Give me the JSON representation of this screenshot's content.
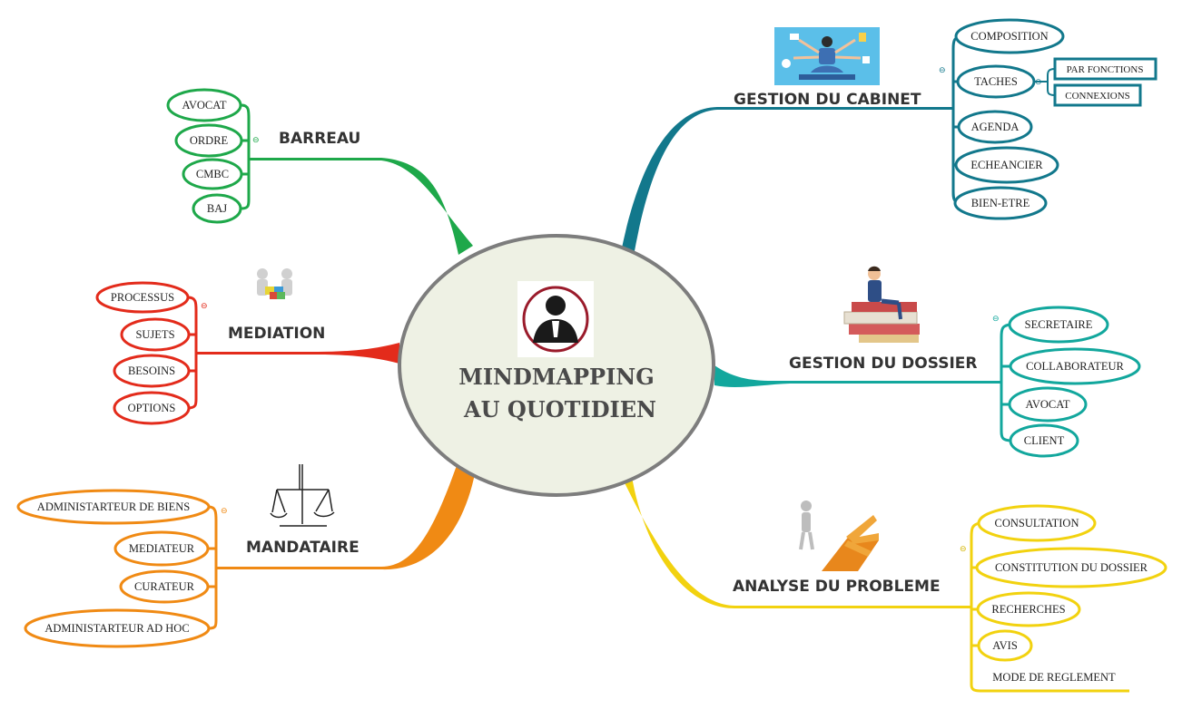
{
  "center": {
    "line1": "MINDMAPPING",
    "line2": "AU QUOTIDIEN",
    "icon": "lawyer-avatar-icon"
  },
  "branches": {
    "gestion_cabinet": {
      "title": "GESTION DU CABINET",
      "color": "#12788c",
      "icon": "multitasking-businessman-icon",
      "items": [
        "COMPOSITION",
        "TACHES",
        "AGENDA",
        "ECHEANCIER",
        "BIEN-ETRE"
      ],
      "taches_sub": [
        "PAR FONCTIONS",
        "CONNEXIONS"
      ]
    },
    "gestion_dossier": {
      "title": "GESTION DU DOSSIER",
      "color": "#12a79d",
      "icon": "man-on-books-icon",
      "items": [
        "SECRETAIRE",
        "COLLABORATEUR",
        "AVOCAT",
        "CLIENT"
      ]
    },
    "analyse_probleme": {
      "title": "ANALYSE DU PROBLEME",
      "color": "#f2d20f",
      "icon": "crossroads-arrows-icon",
      "items": [
        "CONSULTATION",
        "CONSTITUTION DU DOSSIER",
        "RECHERCHES",
        "AVIS",
        "MODE DE REGLEMENT"
      ]
    },
    "barreau": {
      "title": "BARREAU",
      "color": "#1ea84a",
      "icon": "",
      "items": [
        "AVOCAT",
        "ORDRE",
        "CMBC",
        "BAJ"
      ]
    },
    "mediation": {
      "title": "MEDIATION",
      "color": "#e32b1b",
      "icon": "puzzle-people-icon",
      "items": [
        "PROCESSUS",
        "SUJETS",
        "BESOINS",
        "OPTIONS"
      ]
    },
    "mandataire": {
      "title": "MANDATAIRE",
      "color": "#f08a14",
      "icon": "justice-scale-icon",
      "items": [
        "ADMINISTARTEUR DE BIENS",
        "MEDIATEUR",
        "CURATEUR",
        "ADMINISTARTEUR AD HOC"
      ]
    }
  },
  "toggle_glyph": "⊖"
}
